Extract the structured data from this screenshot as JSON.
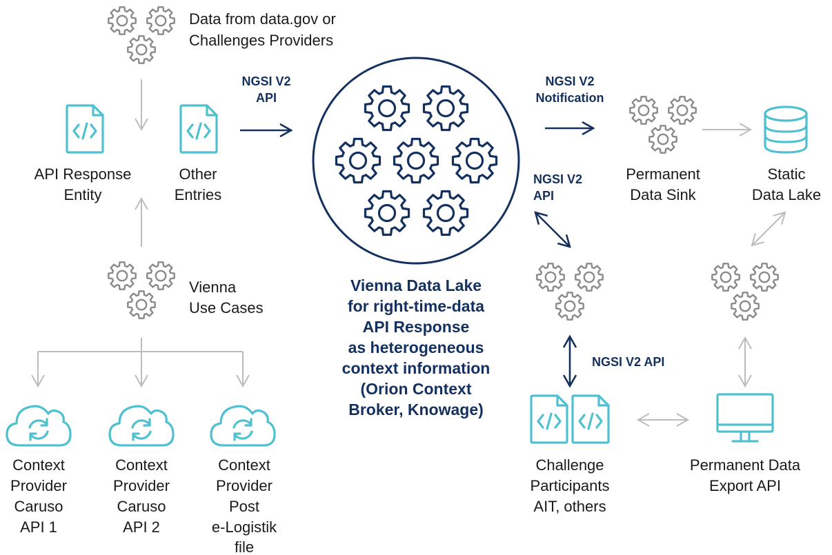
{
  "colors": {
    "navy": "#14305e",
    "teal": "#4fc0cf",
    "gray": "#bcbcbc",
    "gear_gray": "#8a8a8a",
    "text": "#1a1a1a"
  },
  "icons": {
    "gear": "gear-icon",
    "code_file": "code-file-icon",
    "cloud_sync": "cloud-sync-icon",
    "database": "database-icon",
    "monitor": "monitor-icon"
  },
  "sources": {
    "data_gov": [
      "Data from data.gov or",
      "Challenges Providers"
    ],
    "vienna_use_cases": [
      "Vienna",
      "Use Cases"
    ]
  },
  "entities": {
    "api_response": [
      "API Response",
      "Entity"
    ],
    "other_entries": [
      "Other",
      "Entries"
    ]
  },
  "context_providers": [
    {
      "lines": [
        "Context",
        "Provider",
        "Caruso",
        "API 1"
      ]
    },
    {
      "lines": [
        "Context",
        "Provider",
        "Caruso",
        "API 2"
      ]
    },
    {
      "lines": [
        "Context",
        "Provider",
        "Post",
        "e-Logistik",
        "file"
      ]
    }
  ],
  "protocols": {
    "ngsi_api_in": [
      "NGSI V2",
      "API"
    ],
    "ngsi_notification": [
      "NGSI V2",
      "Notification"
    ],
    "ngsi_api_right": [
      "NGSI V2",
      "API"
    ],
    "ngsi_api_vertical": "NGSI V2 API"
  },
  "center": {
    "lines": [
      "Vienna Data Lake",
      "for right-time-data",
      "API Response",
      "as heterogeneous",
      "context information",
      "(Orion Context",
      "Broker, Knowage)"
    ]
  },
  "sinks": {
    "permanent_data_sink": [
      "Permanent",
      "Data Sink"
    ],
    "static_data_lake": [
      "Static",
      "Data Lake"
    ]
  },
  "consumers": {
    "challenge_participants": [
      "Challenge",
      "Participants",
      "AIT, others"
    ],
    "permanent_export": [
      "Permanent Data",
      "Export API"
    ]
  }
}
